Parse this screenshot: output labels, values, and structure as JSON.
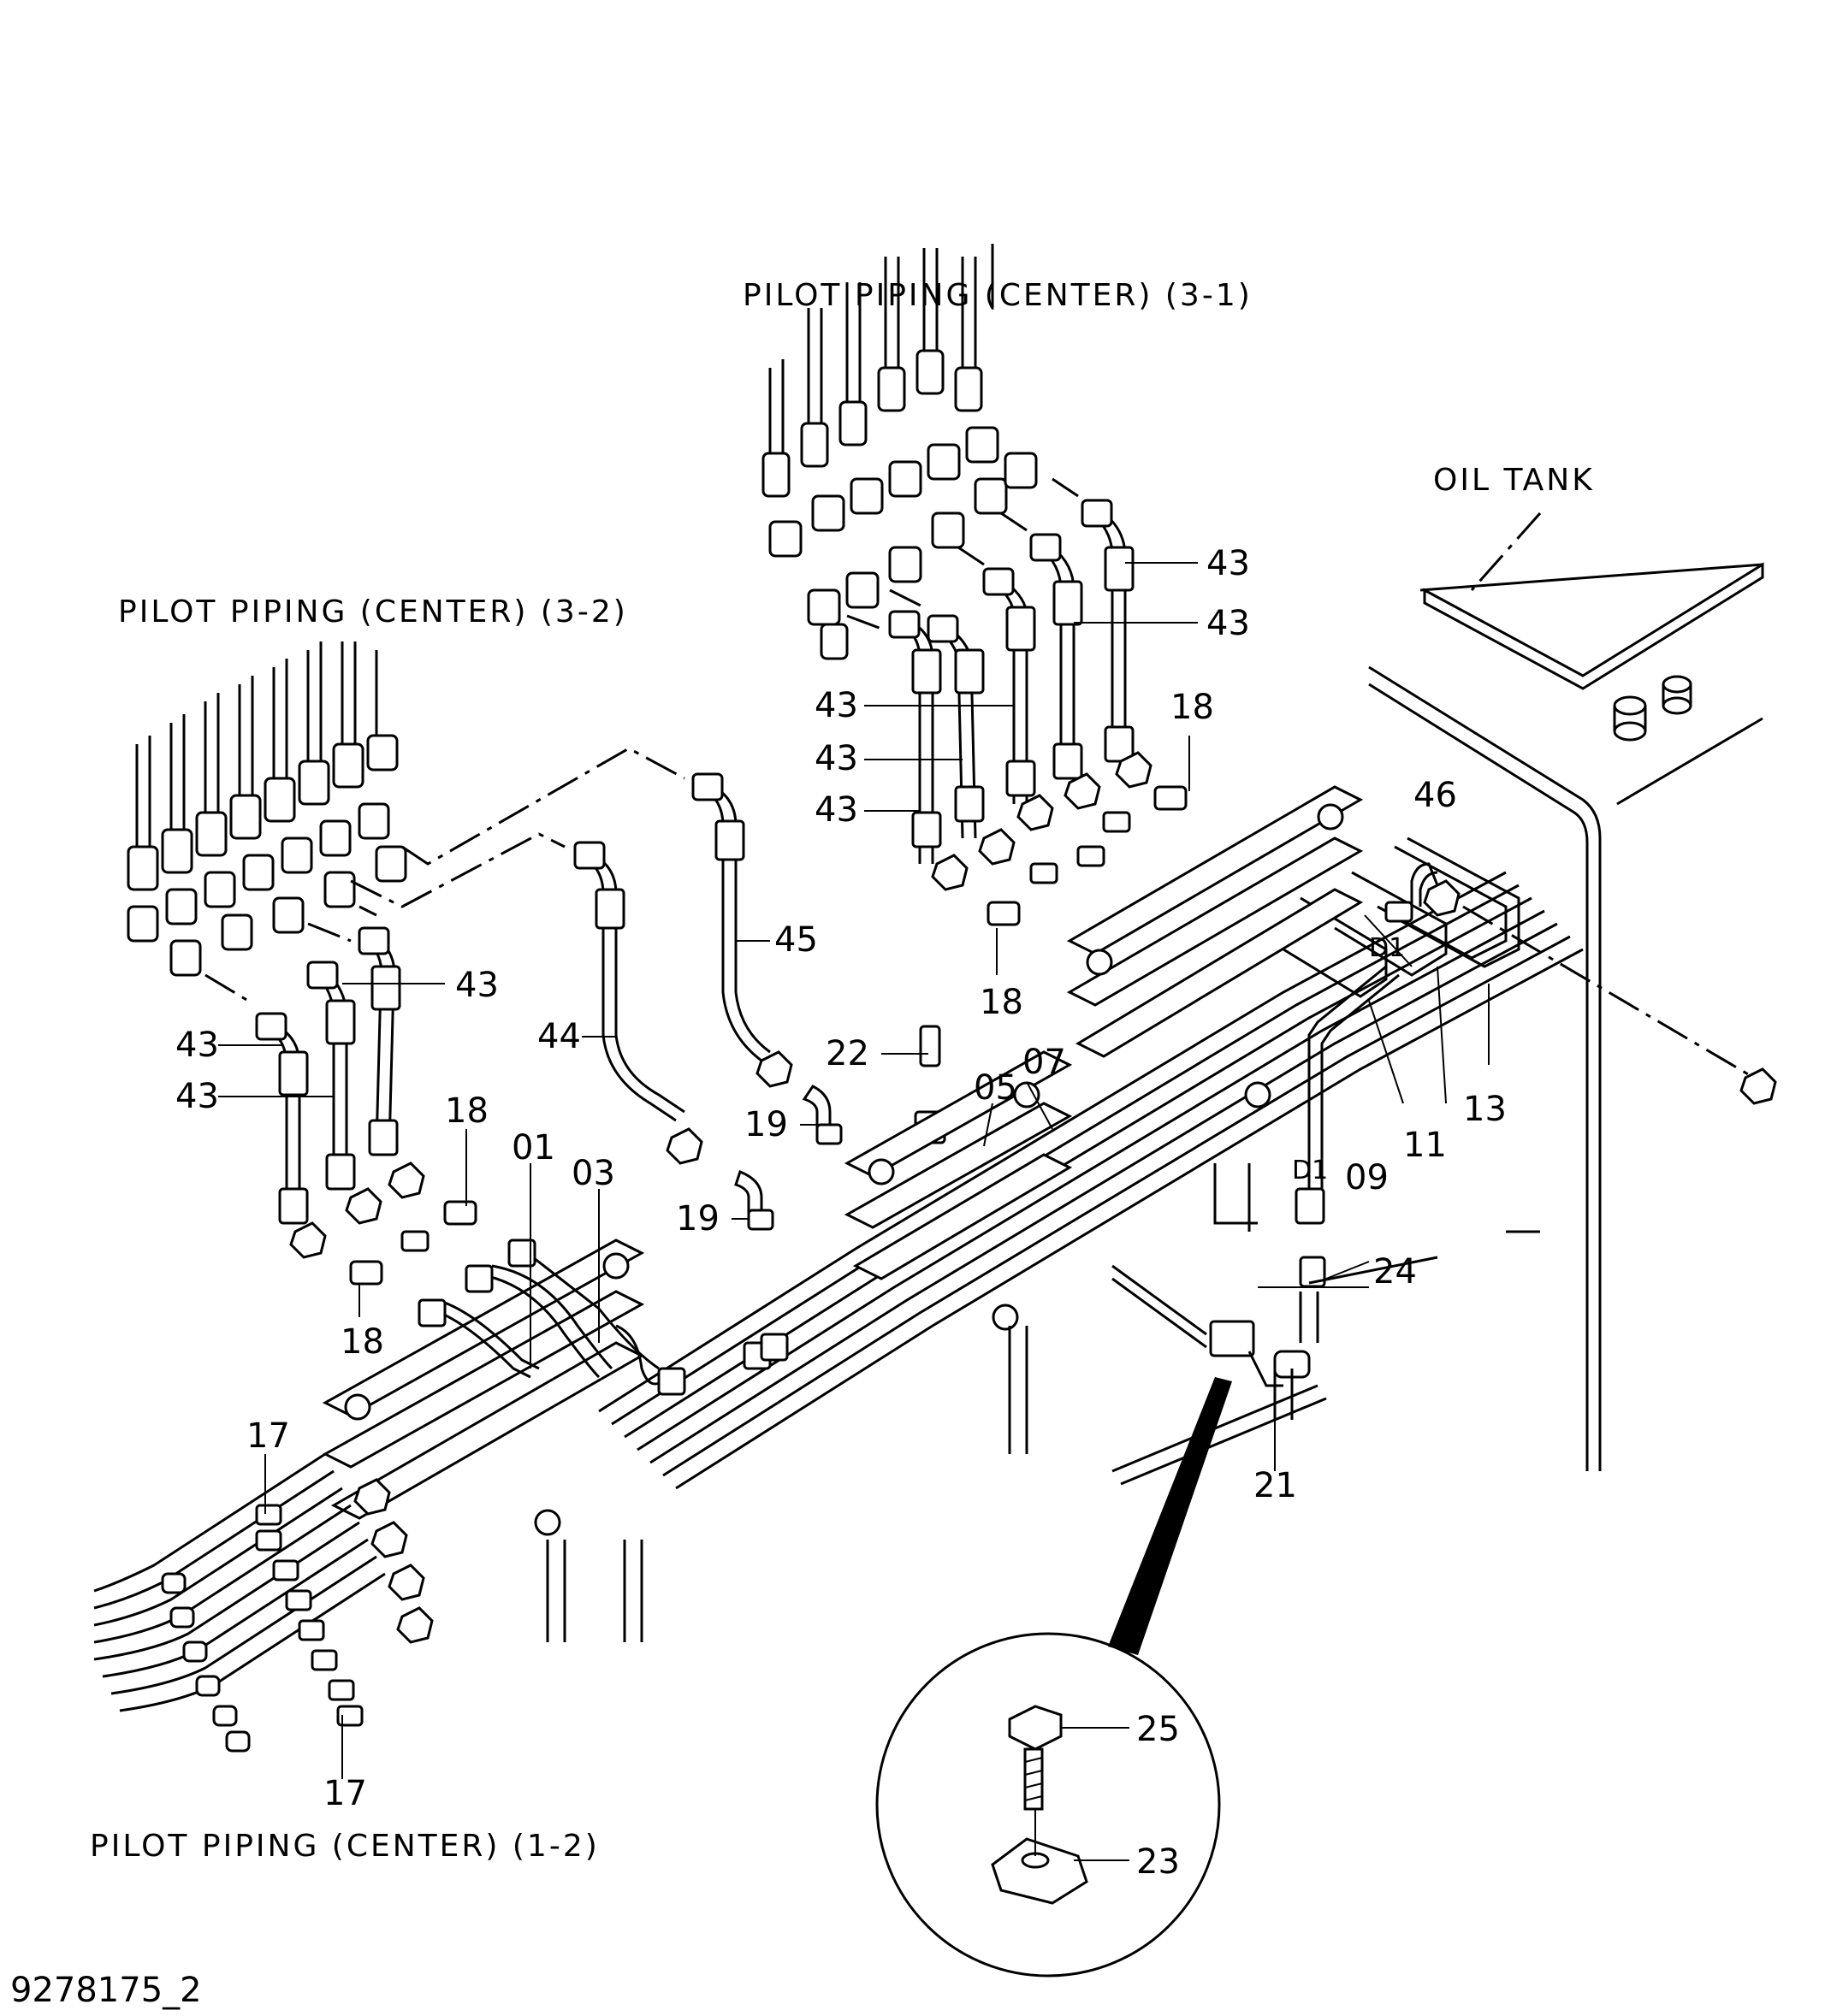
{
  "diagram": {
    "headings": {
      "pilot_3_1": "PILOT  PIPING  (CENTER) (3-1)",
      "pilot_3_2": "PILOT  PIPING  (CENTER) (3-2)",
      "pilot_1_2": "PILOT  PIPING  (CENTER) (1-2)",
      "oil_tank": "OIL  TANK"
    },
    "drawing_number": "9278175_2",
    "part_numbers": {
      "p43_a": "43",
      "p43_b": "43",
      "p43_c": "43",
      "p43_d": "43",
      "p43_e": "43",
      "p43_f": "43",
      "p43_g": "43",
      "p43_h": "43",
      "p18_a": "18",
      "p18_b": "18",
      "p18_c": "18",
      "p18_d": "18",
      "p46": "46",
      "p45": "45",
      "p44": "44",
      "p22": "22",
      "p19_a": "19",
      "p19_b": "19",
      "p05": "05",
      "p07": "07",
      "p01": "01",
      "p03": "03",
      "p09": "09",
      "p11": "11",
      "p13": "13",
      "p24": "24",
      "p21": "21",
      "p17_a": "17",
      "p17_b": "17",
      "p25": "25",
      "p23": "23"
    },
    "markers": {
      "d1_a": "D1",
      "d1_b": "D1"
    }
  }
}
